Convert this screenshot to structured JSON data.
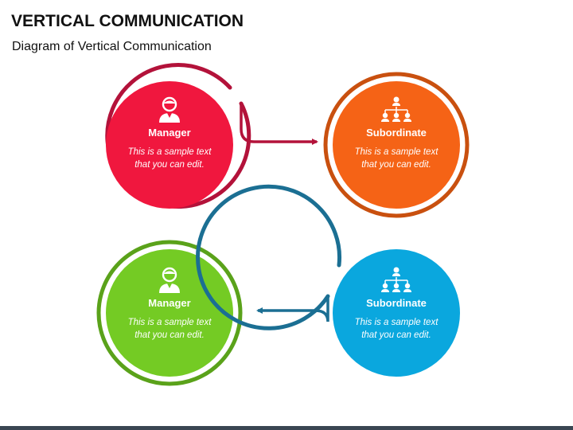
{
  "title": "VERTICAL COMMUNICATION",
  "subtitle": "Diagram of Vertical Communication",
  "nodes": [
    {
      "label": "Manager",
      "desc_line1": "This is a sample text",
      "desc_line2": "that you can edit.",
      "fill": "#f0173e",
      "ring": "#b3123a",
      "icon": "person-icon"
    },
    {
      "label": "Subordinate",
      "desc_line1": "This is a sample text",
      "desc_line2": "that you can edit.",
      "fill": "#f56316",
      "ring": "#c9500f",
      "icon": "org-chart-icon"
    },
    {
      "label": "Manager",
      "desc_line1": "This is a sample text",
      "desc_line2": "that you can edit.",
      "fill": "#74cb24",
      "ring": "#5aa21a",
      "icon": "person-icon"
    },
    {
      "label": "Subordinate",
      "desc_line1": "This is a sample text",
      "desc_line2": "that you can edit.",
      "fill": "#0aa7de",
      "ring": "#1b6f93",
      "icon": "org-chart-icon"
    }
  ]
}
